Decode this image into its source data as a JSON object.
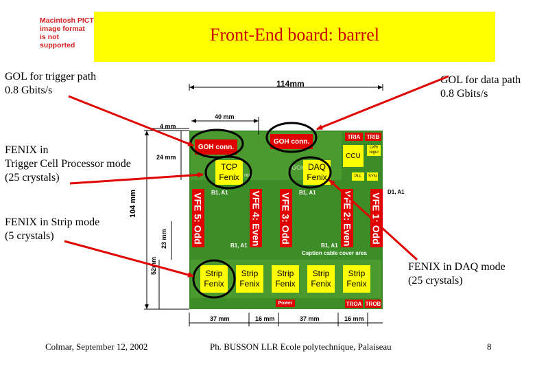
{
  "title": "Front-End board: barrel",
  "pict_placeholder": [
    "Macintosh PICT",
    "image format",
    "is not supported"
  ],
  "annotations": {
    "gol_trigger": [
      "GOL for trigger path",
      "0.8 Gbits/s"
    ],
    "gol_data": [
      "GOL for data path",
      "0.8 Gbits/s"
    ],
    "fenix_tcp": [
      "FENIX in",
      "Trigger Cell Processor mode",
      "(25 crystals)"
    ],
    "fenix_strip": [
      "FENIX in Strip mode",
      "(5 crystals)"
    ],
    "fenix_daq": [
      "FENIX in DAQ mode",
      "(25 crystals)"
    ]
  },
  "dimensions": {
    "width_114": "114mm",
    "width_40": "40 mm",
    "d4": "4 mm",
    "d24": "24 mm",
    "height_104": "104 mm",
    "d23": "23 mm",
    "d52": "52mm",
    "bottom": [
      "37 mm",
      "16 mm",
      "37 mm",
      "16 mm"
    ]
  },
  "board": {
    "goh_left": "GOH conn.",
    "goh_right": "GOH conn.",
    "tria": "TRIA",
    "trib": "TRIB",
    "ccu": "CCU",
    "lvr": "LVR/ regul",
    "tcp": [
      "TCP",
      "Fenix"
    ],
    "daq": [
      "DAQ",
      "Fenix"
    ],
    "goh_ghost": "GOH",
    "pll": "PLL",
    "small_right": "SYN",
    "vfe": [
      "VFE 5: Odd",
      "VFE 4: Even",
      "VFE 3: Odd",
      "VFE 2: Even",
      "VFE 1: Odd"
    ],
    "b1a1_labels": [
      "B1, A1",
      "B1, A1",
      "D1, A1"
    ],
    "b1a1_mid": [
      "B1, A1",
      "B1, A1"
    ],
    "caption": "Caption cable cover area",
    "strips": [
      [
        "Strip",
        "Fenix"
      ],
      [
        "Strip",
        "Fenix"
      ],
      [
        "Strip",
        "Fenix"
      ],
      [
        "Strip",
        "Fenix"
      ],
      [
        "Strip",
        "Fenix"
      ]
    ],
    "power": "Power",
    "troa": "TROA",
    "trob": "TROB",
    "raw": "raw"
  },
  "footer": {
    "left": "Colmar, September 12, 2002",
    "center": "Ph. BUSSON LLR Ecole polytechnique, Palaiseau",
    "page": "8"
  },
  "colors": {
    "title_bg": "#ffff00",
    "title_text": "#cc0000",
    "board": "#3c8c28",
    "chip": "#ffff00",
    "connector": "#e00000",
    "arrow": "#e00000"
  }
}
